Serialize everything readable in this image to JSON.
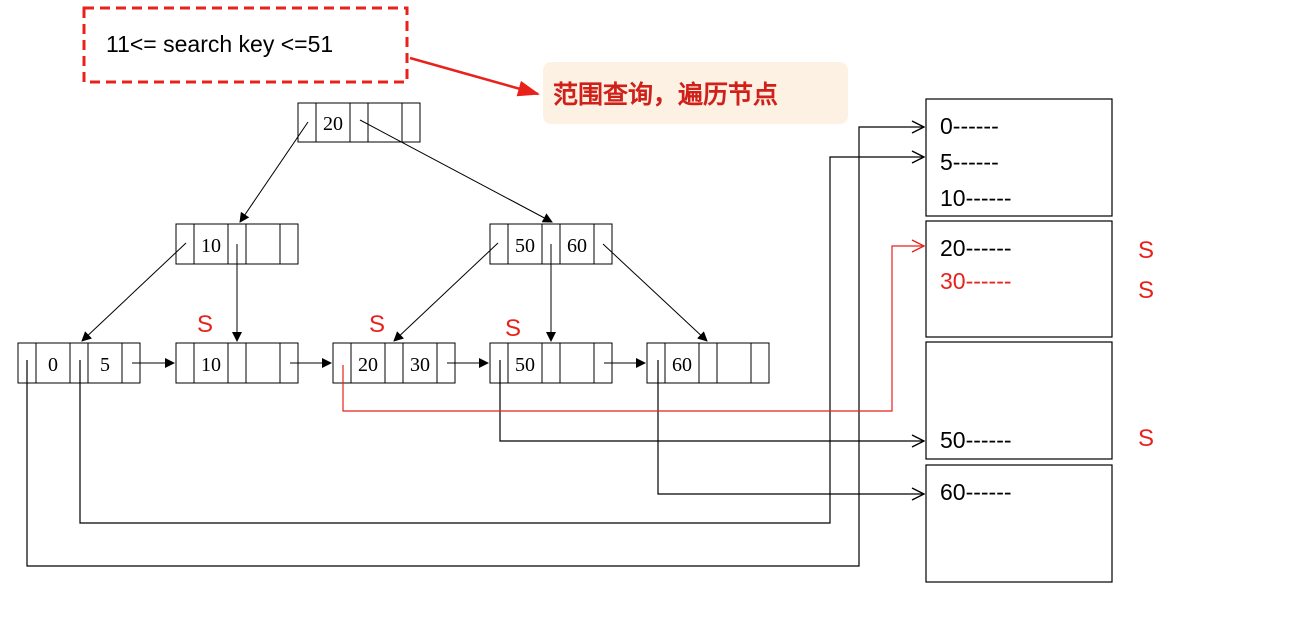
{
  "query": {
    "text": "11<= search key <=51"
  },
  "callout": {
    "text": "范围查询，遍历节点"
  },
  "tree": {
    "root": {
      "keys": [
        "20"
      ]
    },
    "internal": [
      {
        "keys": [
          "10"
        ]
      },
      {
        "keys": [
          "50",
          "60"
        ]
      }
    ],
    "leaves": [
      {
        "keys": [
          "0",
          "5"
        ]
      },
      {
        "keys": [
          "10"
        ]
      },
      {
        "keys": [
          "20",
          "30"
        ]
      },
      {
        "keys": [
          "50"
        ]
      },
      {
        "keys": [
          "60"
        ]
      }
    ]
  },
  "leaf_lock_labels": [
    "S",
    "S",
    "S"
  ],
  "pages": [
    {
      "records": [
        {
          "text": "0------",
          "color": "#000000"
        },
        {
          "text": "5------",
          "color": "#000000"
        },
        {
          "text": "10------",
          "color": "#000000"
        }
      ]
    },
    {
      "records": [
        {
          "text": "20------",
          "color": "#000000"
        },
        {
          "text": "30------",
          "color": "#e8221b"
        }
      ]
    },
    {
      "records": [
        {
          "text": "50------",
          "color": "#000000"
        }
      ]
    },
    {
      "records": [
        {
          "text": "60------",
          "color": "#000000"
        }
      ]
    }
  ],
  "record_lock_labels": [
    "S",
    "S",
    "S"
  ],
  "colors": {
    "highlight": "#e8221b",
    "callout_bg": "#fdf1e4",
    "line": "#000000"
  }
}
